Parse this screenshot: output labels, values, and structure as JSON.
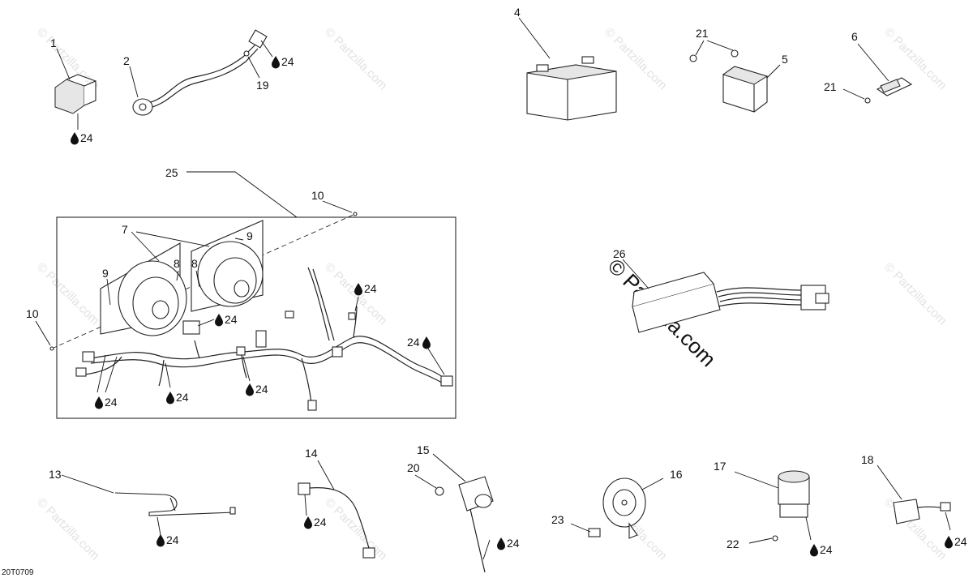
{
  "diagram_code": "20T0709",
  "watermark_text": "© Partzilla.com",
  "big_watermark_text": "© Partzilla.com",
  "callouts": {
    "c1": "1",
    "c2": "2",
    "c4": "4",
    "c5": "5",
    "c6": "6",
    "c7": "7",
    "c8a": "8",
    "c8b": "8",
    "c9a": "9",
    "c9b": "9",
    "c10a": "10",
    "c10b": "10",
    "c13": "13",
    "c14": "14",
    "c15": "15",
    "c16": "16",
    "c17": "17",
    "c18": "18",
    "c19": "19",
    "c20": "20",
    "c21a": "21",
    "c21b": "21",
    "c22": "22",
    "c23": "23",
    "c25": "25",
    "c26": "26"
  },
  "lube_ref": "24",
  "icons": {
    "lube": "oil-drop-icon"
  }
}
